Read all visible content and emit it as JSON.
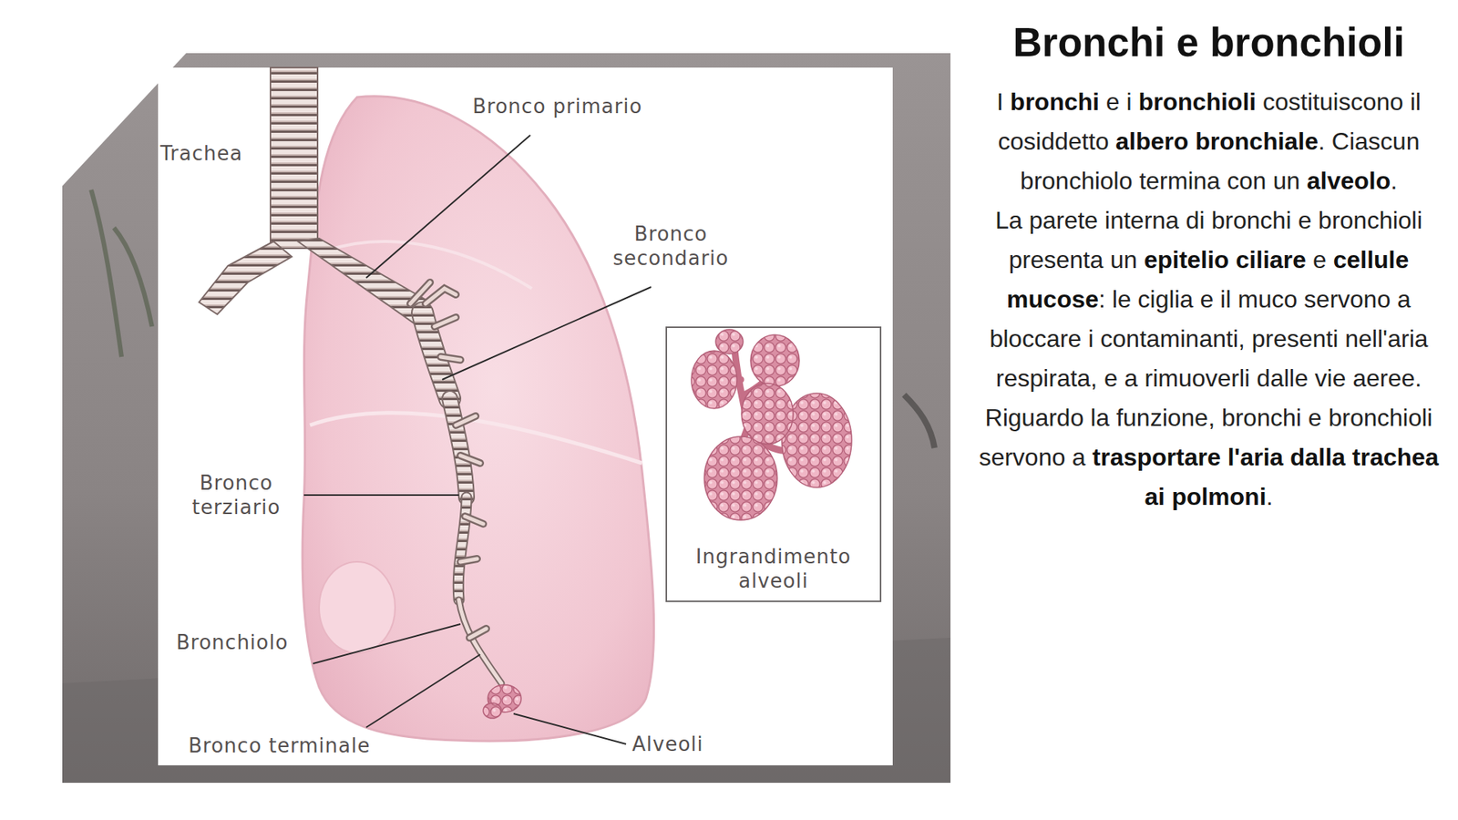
{
  "diagram": {
    "title": "Bronchi e bronchioli",
    "nodes": [
      {
        "text": [
          "Ingrandimento alveoli"
        ]
      }
    ],
    "labels": [
      "Trachea",
      "Bronco primario",
      "Bronco secondario",
      "Bronco terziario",
      "Bronchiolo",
      "Bronco terminale",
      "Alveoli",
      "I ",
      "bronchi",
      " e i ",
      "bronchioli",
      " costituiscono il cosiddetto ",
      "albero bronchiale",
      ". Ciascun bronchiolo termina con un ",
      "alveolo",
      ".",
      "La parete interna di bronchi e bronchioli presenta un ",
      "epitelio ciliare",
      " e ",
      "cellule mucose",
      ": le ciglia e il muco servono a bloccare i contaminanti, presenti nell'aria respirata, e a rimuoverli dalle vie aeree.",
      "Riguardo la funzione, bronchi e bronchioli servono a ",
      "trasportare l'aria dalla trachea ai polmoni",
      "."
    ]
  }
}
